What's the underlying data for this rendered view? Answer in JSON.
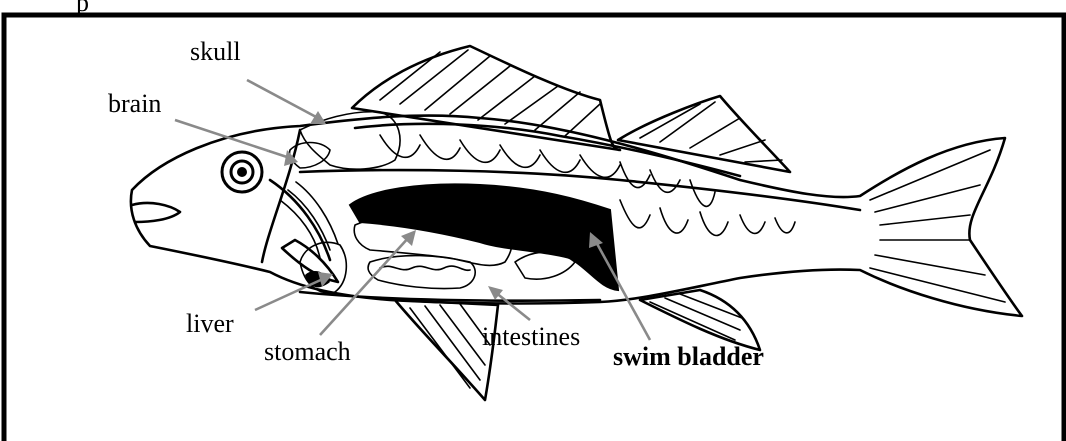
{
  "top_fragment": "p",
  "labels": {
    "skull": "skull",
    "brain": "brain",
    "liver": "liver",
    "stomach": "stomach",
    "intestines": "intestines",
    "swim_bladder": "swim bladder"
  },
  "colors": {
    "ink": "#000000",
    "leader": "#8a8a8a",
    "shading": "#9a9a9a",
    "light_shading": "#d2d2d2"
  }
}
